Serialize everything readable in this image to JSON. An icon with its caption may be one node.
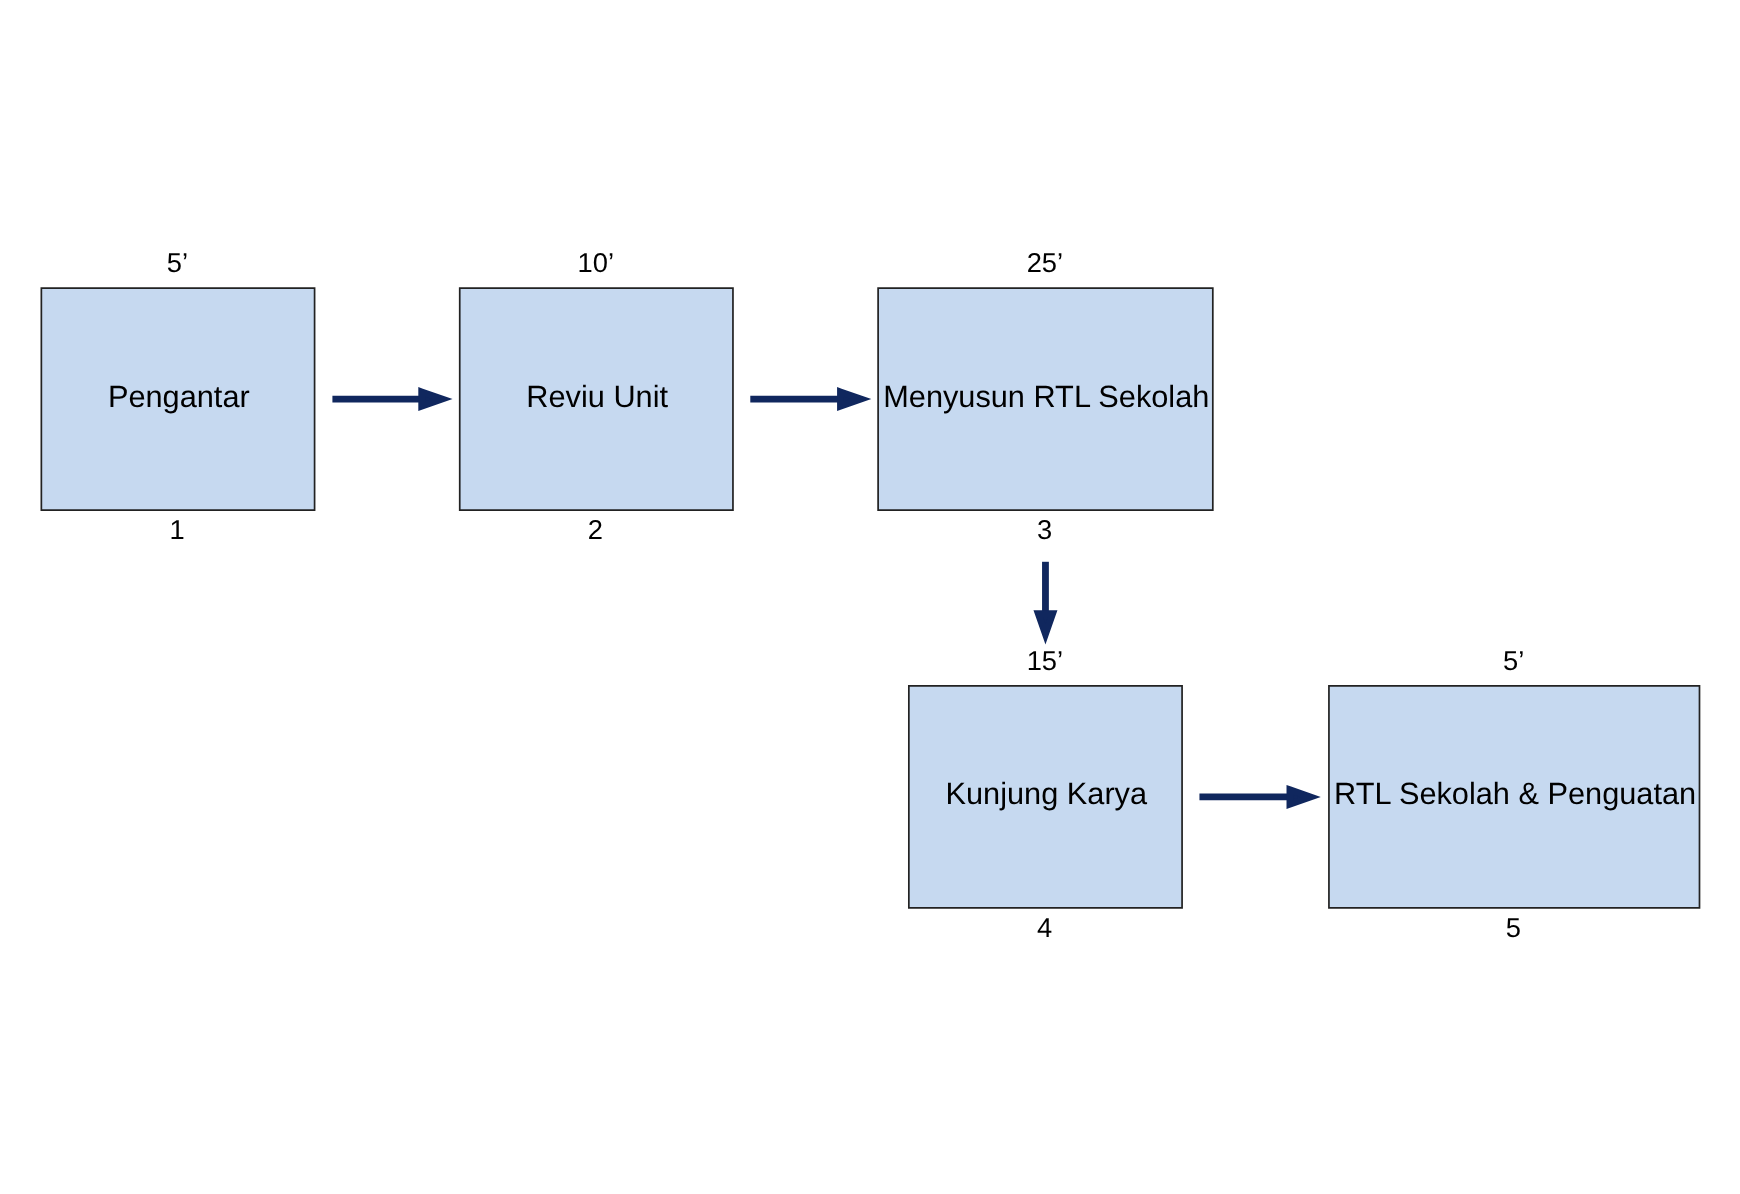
{
  "diagram": {
    "nodes": [
      {
        "text": [
          "Pengantar"
        ],
        "beside": [
          "5’",
          "1"
        ]
      },
      {
        "text": [
          "Reviu Unit"
        ],
        "beside": [
          "10’",
          "2"
        ]
      },
      {
        "text": [
          "Menyusun RTL Sekolah"
        ],
        "beside": [
          "25’",
          "3"
        ]
      },
      {
        "text": [
          "RTL Sekolah & Penguatan"
        ],
        "beside": [
          "5’",
          "5"
        ]
      },
      {
        "text": [
          "Kunjung Karya"
        ],
        "beside": [
          "15’",
          "4"
        ]
      }
    ],
    "edges": [
      {
        "from": 0,
        "to": 1,
        "arrow": "to"
      },
      {
        "from": 1,
        "to": 2,
        "arrow": "to"
      },
      {
        "from": 2,
        "to": 4,
        "arrow": "to"
      },
      {
        "from": 4,
        "to": 3,
        "arrow": "to"
      }
    ]
  }
}
